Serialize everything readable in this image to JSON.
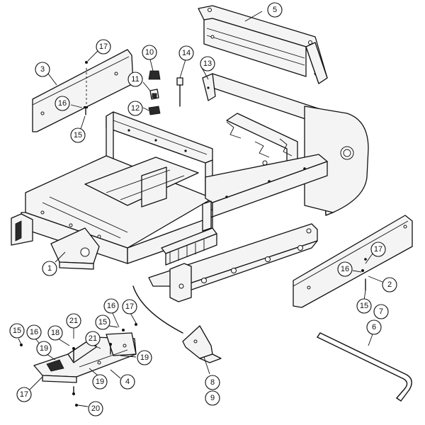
{
  "diagram": {
    "callouts": [
      {
        "id": "c5",
        "label": "5"
      },
      {
        "id": "c17a",
        "label": "17"
      },
      {
        "id": "c10",
        "label": "10"
      },
      {
        "id": "c14",
        "label": "14"
      },
      {
        "id": "c3",
        "label": "3"
      },
      {
        "id": "c13",
        "label": "13"
      },
      {
        "id": "c11",
        "label": "11"
      },
      {
        "id": "c16a",
        "label": "16"
      },
      {
        "id": "c12",
        "label": "12"
      },
      {
        "id": "c15a",
        "label": "15"
      },
      {
        "id": "c1",
        "label": "1"
      },
      {
        "id": "c17b",
        "label": "17"
      },
      {
        "id": "c16b",
        "label": "16"
      },
      {
        "id": "c2",
        "label": "2"
      },
      {
        "id": "c15b",
        "label": "15"
      },
      {
        "id": "c7",
        "label": "7"
      },
      {
        "id": "c6",
        "label": "6"
      },
      {
        "id": "c16c",
        "label": "16"
      },
      {
        "id": "c17c",
        "label": "17"
      },
      {
        "id": "c15c",
        "label": "15"
      },
      {
        "id": "c15d",
        "label": "15"
      },
      {
        "id": "c16d",
        "label": "16"
      },
      {
        "id": "c21a",
        "label": "21"
      },
      {
        "id": "c18",
        "label": "18"
      },
      {
        "id": "c21b",
        "label": "21"
      },
      {
        "id": "c19a",
        "label": "19"
      },
      {
        "id": "c19b",
        "label": "19"
      },
      {
        "id": "c19c",
        "label": "19"
      },
      {
        "id": "c4",
        "label": "4"
      },
      {
        "id": "c8",
        "label": "8"
      },
      {
        "id": "c9",
        "label": "9"
      },
      {
        "id": "c17d",
        "label": "17"
      },
      {
        "id": "c20",
        "label": "20"
      }
    ]
  }
}
